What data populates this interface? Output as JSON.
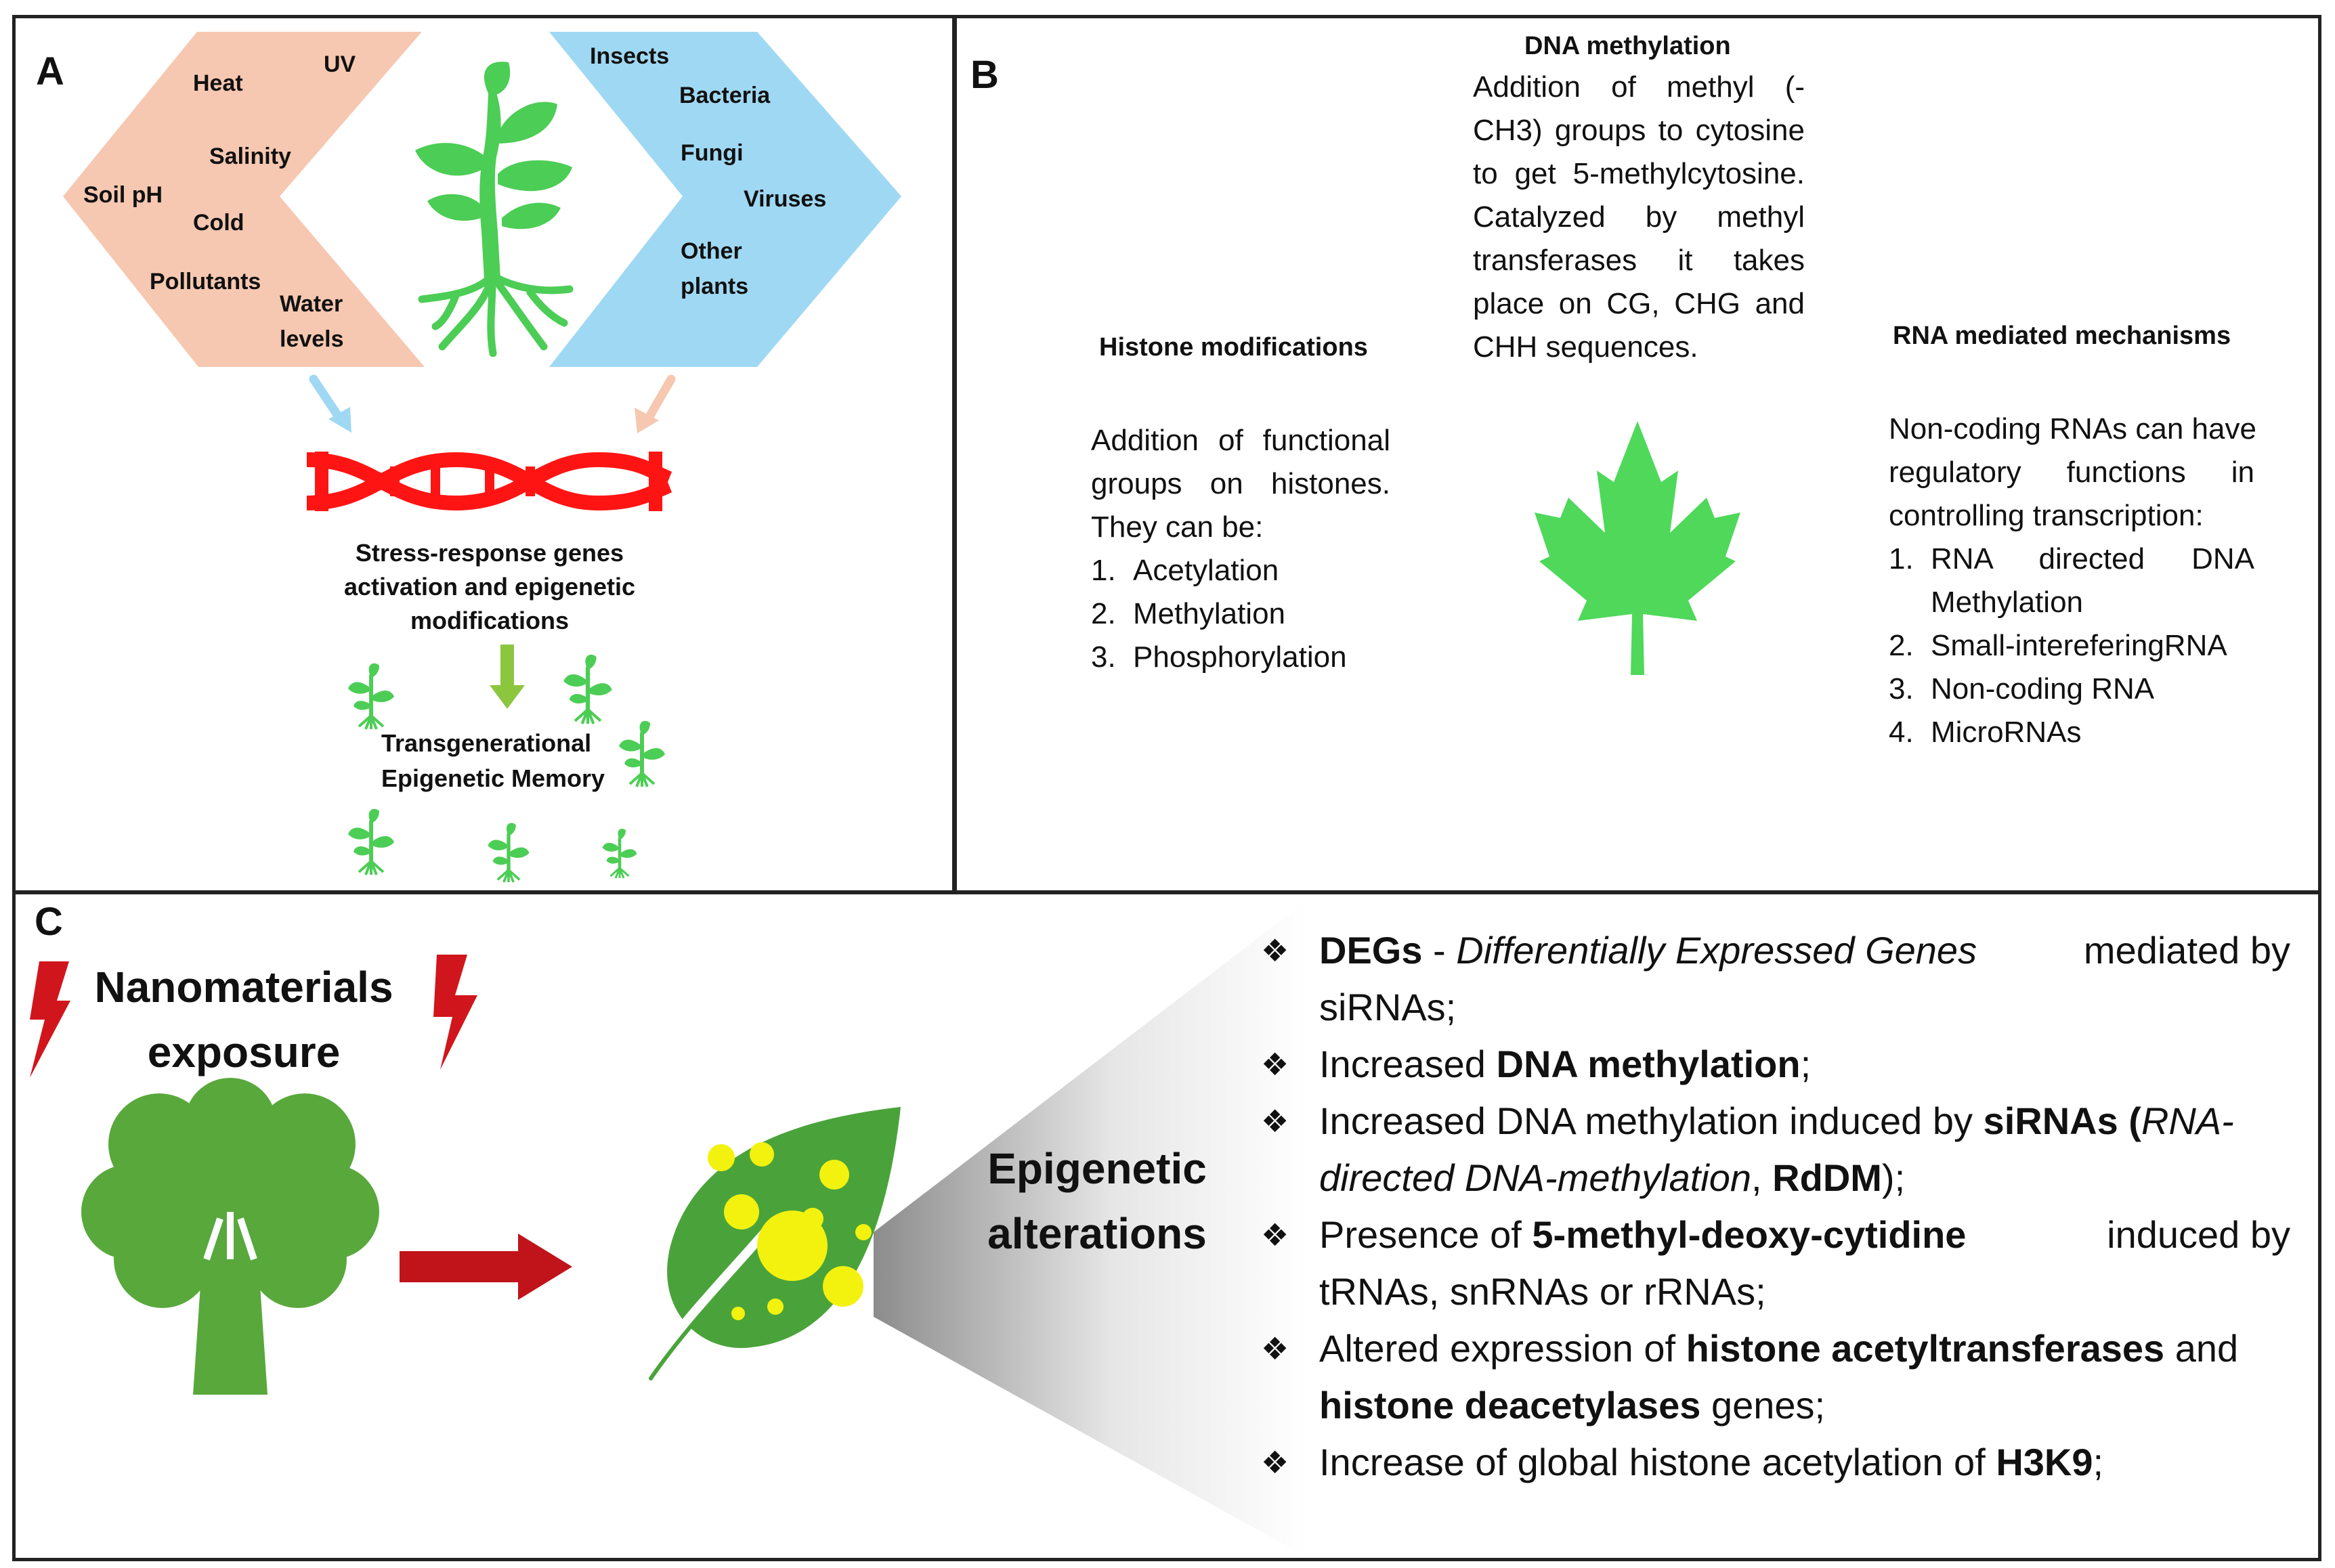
{
  "panel_a": {
    "label": "A",
    "abiotic": [
      "Heat",
      "UV",
      "Salinity",
      "Soil pH",
      "Cold",
      "Pollutants",
      "Water",
      "levels"
    ],
    "biotic": [
      "Insects",
      "Bacteria",
      "Fungi",
      "Viruses",
      "Other",
      "plants"
    ],
    "stress_lines": [
      "Stress-response genes",
      "activation and epigenetic",
      "modifications"
    ],
    "memory_lines": [
      "Transgenerational",
      "Epigenetic Memory"
    ],
    "colors": {
      "abiotic": "#f6c8b1",
      "biotic": "#9fd8f3",
      "dna": "#ff1414",
      "plant": "#4ccd55"
    }
  },
  "panel_b": {
    "label": "B",
    "dna_methylation": {
      "title": "DNA methylation",
      "lines": [
        "Addition of methyl (-",
        "CH3) groups to cytosine",
        "to get 5-methylcytosine.",
        "Catalyzed by methyl",
        "transferases it takes",
        "place on CG, CHG and",
        "CHH sequences."
      ]
    },
    "histone": {
      "title": "Histone modifications",
      "lines": [
        "Addition of functional",
        "groups on histones.",
        "They can be:"
      ],
      "items": [
        "Acetylation",
        "Methylation",
        "Phosphorylation"
      ]
    },
    "rna": {
      "title": "RNA mediated mechanisms",
      "lines": [
        "Non-coding RNAs can have",
        "regulatory functions in",
        "controlling transcription:"
      ],
      "items": [
        {
          "a": "RNA directed DNA",
          "b": "Methylation"
        },
        {
          "a": "Small-intereferingRNA"
        },
        {
          "a": "Non-coding RNA"
        },
        {
          "a": "MicroRNAs"
        }
      ]
    },
    "numbers": [
      "1.",
      "2.",
      "3.",
      "4."
    ],
    "leaf_color": "#4fd85a"
  },
  "panel_c": {
    "label": "C",
    "title_lines": [
      "Nanomaterials",
      "exposure"
    ],
    "epi_lines": [
      "Epigenetic",
      "alterations"
    ],
    "bullet": "❖",
    "bullets": [
      {
        "b1": "DEGs",
        "t1": " - ",
        "i1": "Differentially Expressed Genes",
        "t2": " mediated by",
        "t3": "siRNAs;"
      },
      {
        "t1": "Increased ",
        "b1": "DNA methylation",
        "t2": ";"
      },
      {
        "t1": "Increased DNA methylation induced by ",
        "b1": "siRNAs (",
        "i1": "RNA-",
        "i2": "directed DNA-methylation",
        "t2": ", ",
        "b2": "RdDM",
        "t3": ");"
      },
      {
        "t1": "Presence of ",
        "b1": "5-methyl-deoxy-cytidine",
        "t2": " induced by",
        "t3": "tRNAs, snRNAs or rRNAs;"
      },
      {
        "t1": "Altered expression of ",
        "b1": "histone acetyltransferases",
        "t2": " and",
        "b2": "histone deacetylases",
        "t3": " genes;"
      },
      {
        "t1": "Increase of global histone acetylation of ",
        "b1": "H3K9",
        "t2": ";"
      }
    ],
    "colors": {
      "tree": "#58a83c",
      "arrow": "#c0141a",
      "bolt": "#d0161c",
      "leaf": "#4aa33a",
      "spots": "#f2f20e"
    }
  }
}
